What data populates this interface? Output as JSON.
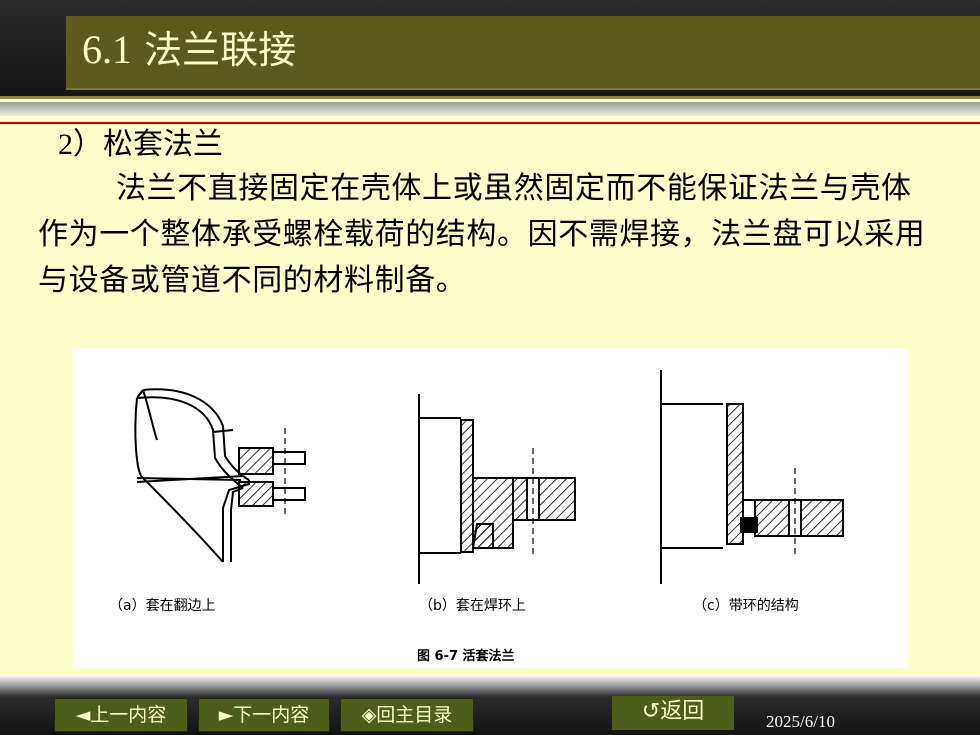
{
  "title": {
    "number": "6.1",
    "text": "法兰联接"
  },
  "section": {
    "number": "2）",
    "heading": "松套法兰"
  },
  "paragraph": "法兰不直接固定在壳体上或虽然固定而不能保证法兰与壳体作为一个整体承受螺栓载荷的结构。因不需焊接，法兰盘可以采用与设备或管道不同的材料制备。",
  "figure": {
    "captions": {
      "a": "（a）套在翻边上",
      "b": "（b）套在焊环上",
      "c": "（c）带环的结构"
    },
    "title": "图 6-7   活套法兰"
  },
  "nav": {
    "prev": "◄上一内容",
    "next": "►下一内容",
    "home": "◈回主目录",
    "return": "↺返回"
  },
  "date": "2025/6/10",
  "colors": {
    "background": "#ffffcc",
    "title_bar": "#5c5a1c",
    "nav_button": "#4d5e1a",
    "rule": "#c00000"
  }
}
